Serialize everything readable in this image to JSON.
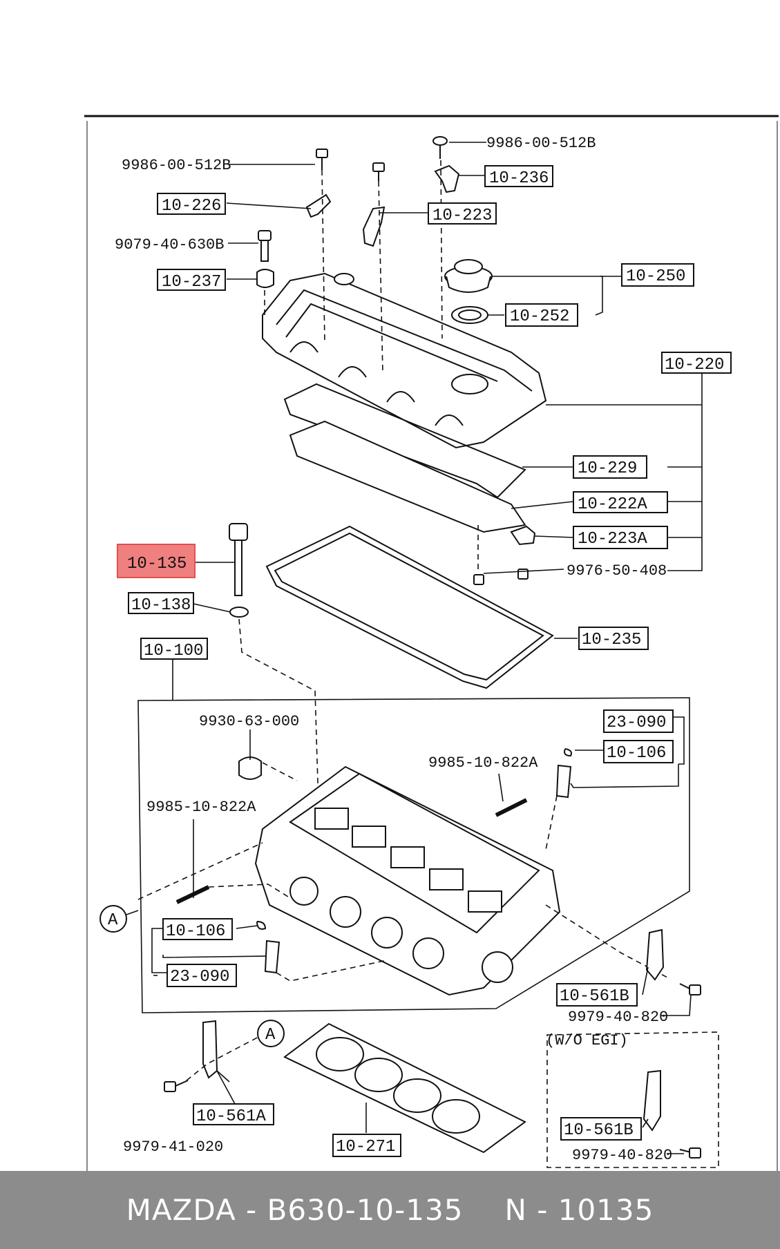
{
  "diagram": {
    "callouts": {
      "c1": "9986-00-512B",
      "c2": "9986-00-512B",
      "c3": "10-236",
      "c4": "10-226",
      "c5": "10-223",
      "c6": "9079-40-630B",
      "c7": "10-237",
      "c8": "10-250",
      "c9": "10-252",
      "c10": "10-220",
      "c11": "10-229",
      "c12": "10-222A",
      "c13": "10-223A",
      "c14": "9976-50-408",
      "c15": "10-135",
      "c16": "10-138",
      "c17": "10-235",
      "c18": "10-100",
      "c19": "9930-63-000",
      "c20": "23-090",
      "c21": "10-106",
      "c22": "9985-10-822A",
      "c23": "9985-10-822A",
      "c24": "A",
      "c25": "10-106",
      "c26": "23-090",
      "c27": "10-561B",
      "c28": "9979-40-820",
      "c29": "A",
      "c30": "(W/O EGI)",
      "c31": "10-561A",
      "c32": "9979-41-020",
      "c33": "10-271",
      "c34": "10-561B",
      "c35": "9979-40-820"
    },
    "highlight_color": "#f08080"
  },
  "footer": {
    "brand_part": "MAZDA - B630-10-135",
    "ref": "N - 10135"
  }
}
